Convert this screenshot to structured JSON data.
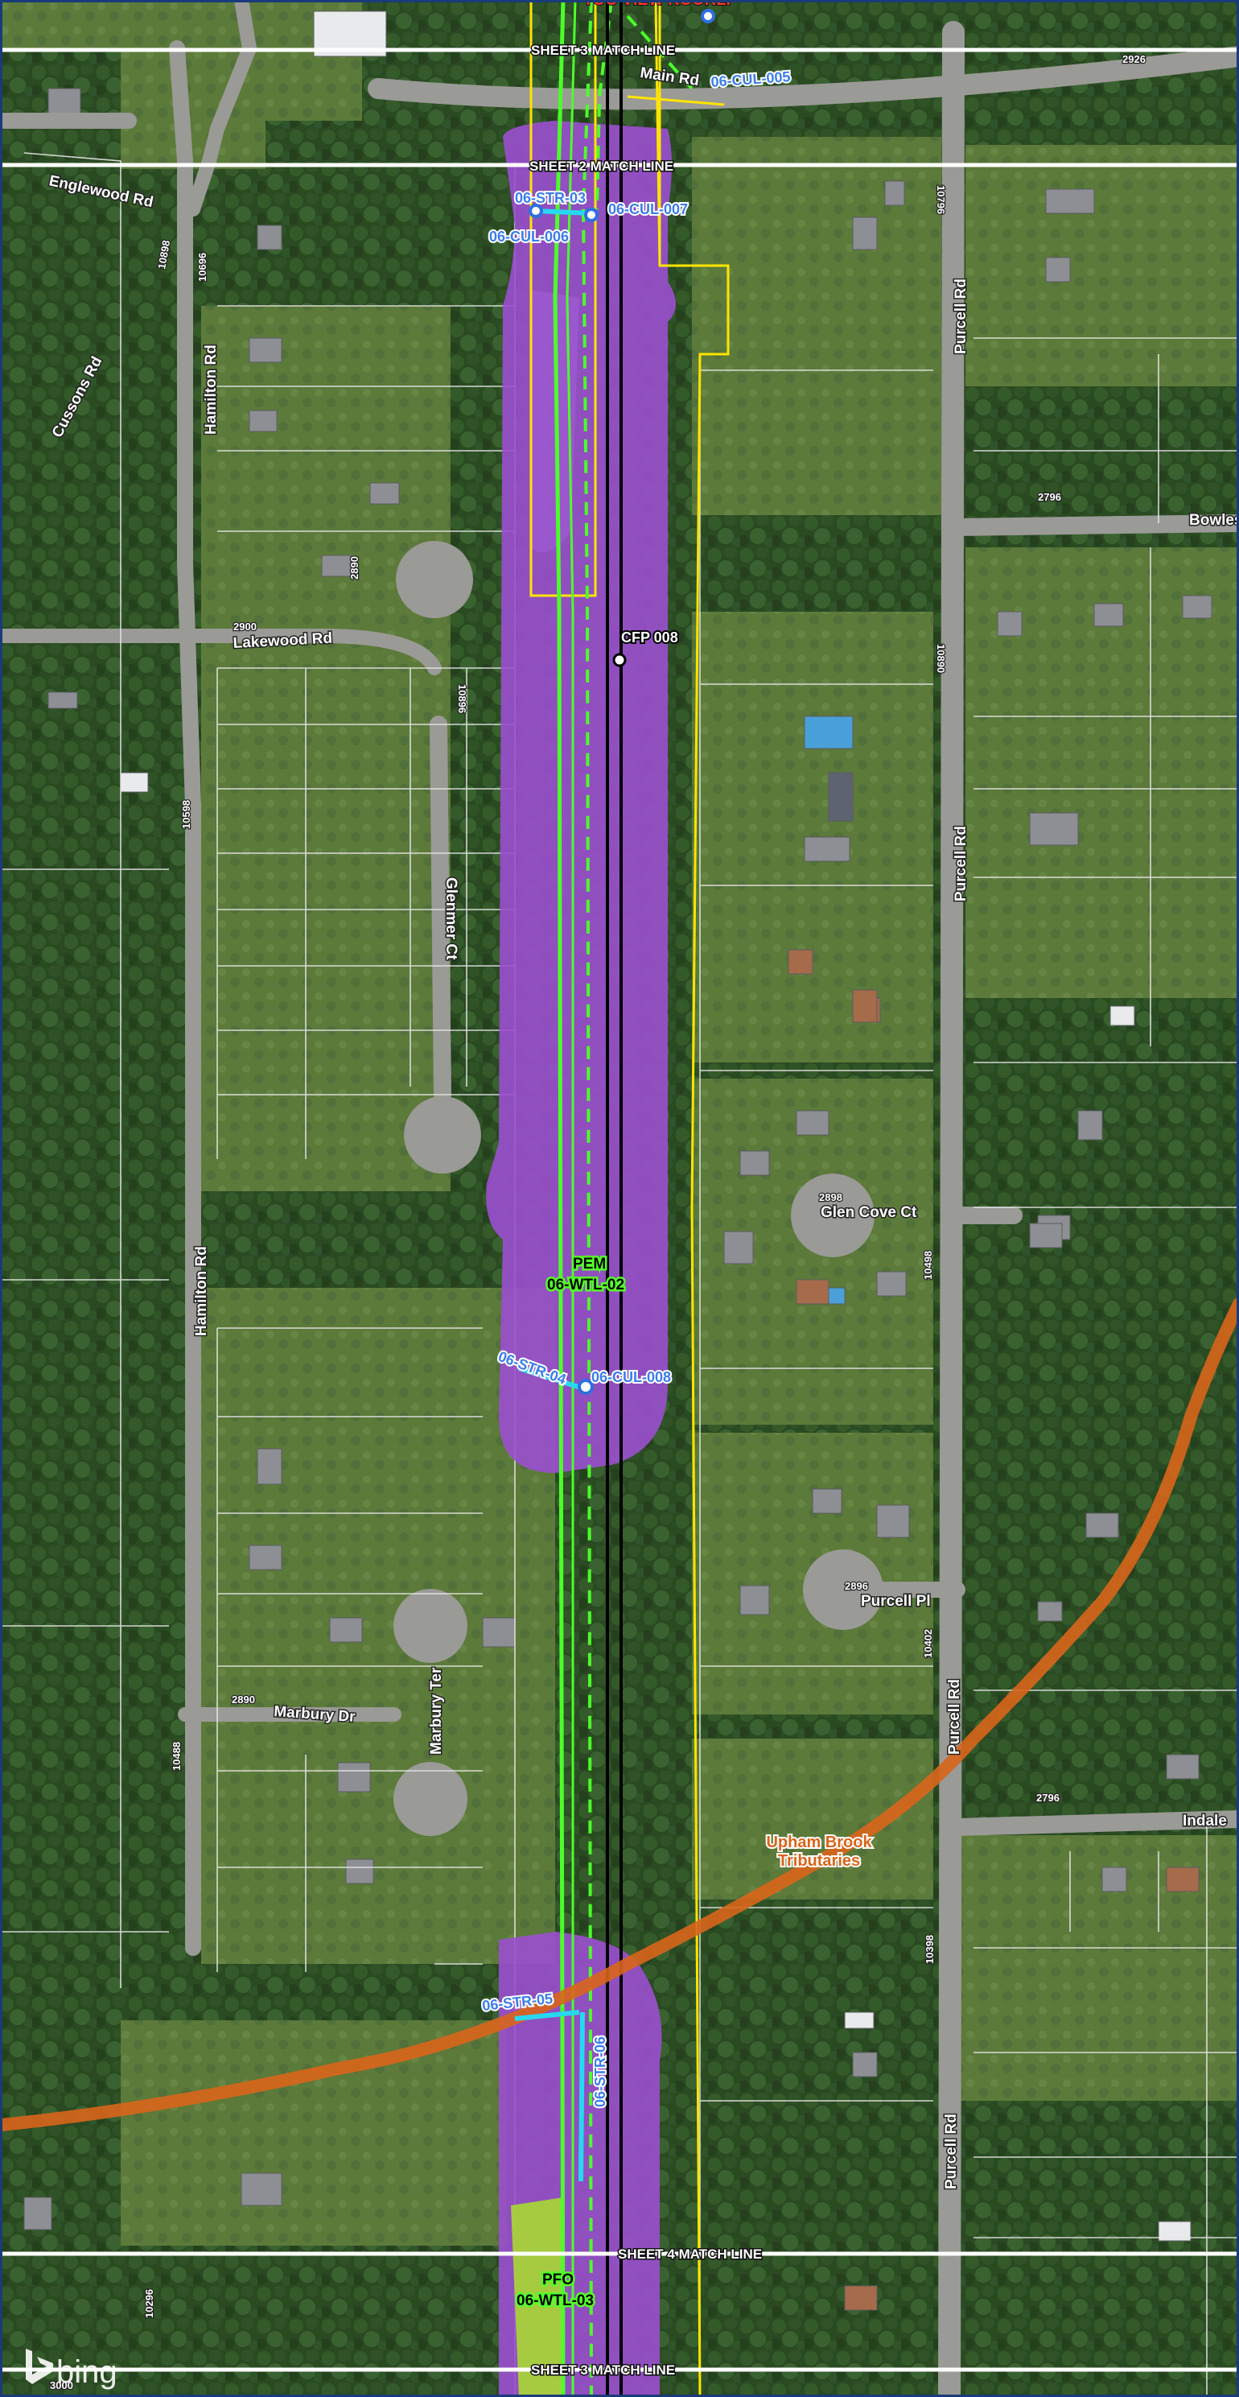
{
  "map": {
    "top_label": "TOO VIEW KOOKLI",
    "match_lines": {
      "sheet3_top": "SHEET 3 MATCH LINE",
      "sheet2": "SHEET 2 MATCH LINE",
      "sheet4": "SHEET 4 MATCH LINE",
      "sheet3_bottom": "SHEET 3 MATCH LINE"
    },
    "roads": {
      "englewood": "Englewood Rd",
      "main": "Main Rd",
      "cussons": "Cussons Rd",
      "hamilton_upper": "Hamilton Rd",
      "hamilton_lower": "Hamilton Rd",
      "lakewood": "Lakewood Rd",
      "glenmer": "Glenmer Ct",
      "purcell_1": "Purcell Rd",
      "purcell_2": "Purcell Rd",
      "purcell_3": "Purcell Rd",
      "purcell_4": "Purcell Rd",
      "purcell_pl": "Purcell Pl",
      "bowles": "Bowles",
      "glen_cove": "Glen Cove Ct",
      "marbury_dr": "Marbury Dr",
      "marbury_ter": "Marbury Ter",
      "indale": "Indale"
    },
    "parcel_numbers": {
      "n2926": "2926",
      "n10796": "10796",
      "n10898": "10898",
      "n10696": "10696",
      "n2796a": "2796",
      "n2890": "2890",
      "n2900": "2900",
      "n10896": "10896",
      "n10890": "10890",
      "n10598": "10598",
      "n2898": "2898",
      "n10498": "10498",
      "n2896": "2896",
      "n10402": "10402",
      "n2796b": "2796",
      "n10488": "10488",
      "n10398": "10398",
      "n10296": "10296",
      "n3000": "3000",
      "n2890b": "2890"
    },
    "features": {
      "cul005": "06-CUL-005",
      "str03": "06-STR-03",
      "cul007": "06-CUL-007",
      "cul006": "06-CUL-006",
      "cfp008": "CFP 008",
      "pem": "PEM",
      "wtl02": "06-WTL-02",
      "str04": "06-STR-04",
      "cul008": "06-CUL-008",
      "str05": "06-STR-05",
      "str06": "06-STR-06",
      "pfo": "PFO",
      "wtl03": "06-WTL-03"
    },
    "stream": {
      "name_line1": "Upham Brook",
      "name_line2": "Tributaries"
    },
    "watermark": "bing",
    "colors": {
      "wetland": "#9b4fd0",
      "pfo": "#a8d23a",
      "study_area": "#ffe400",
      "row_green": "#4cff2a",
      "stream": "#d8651b",
      "culvert": "#2f6fe0",
      "label_blue": "#3a7de8",
      "match_line": "#ffffff",
      "centerline": "#000000"
    }
  }
}
